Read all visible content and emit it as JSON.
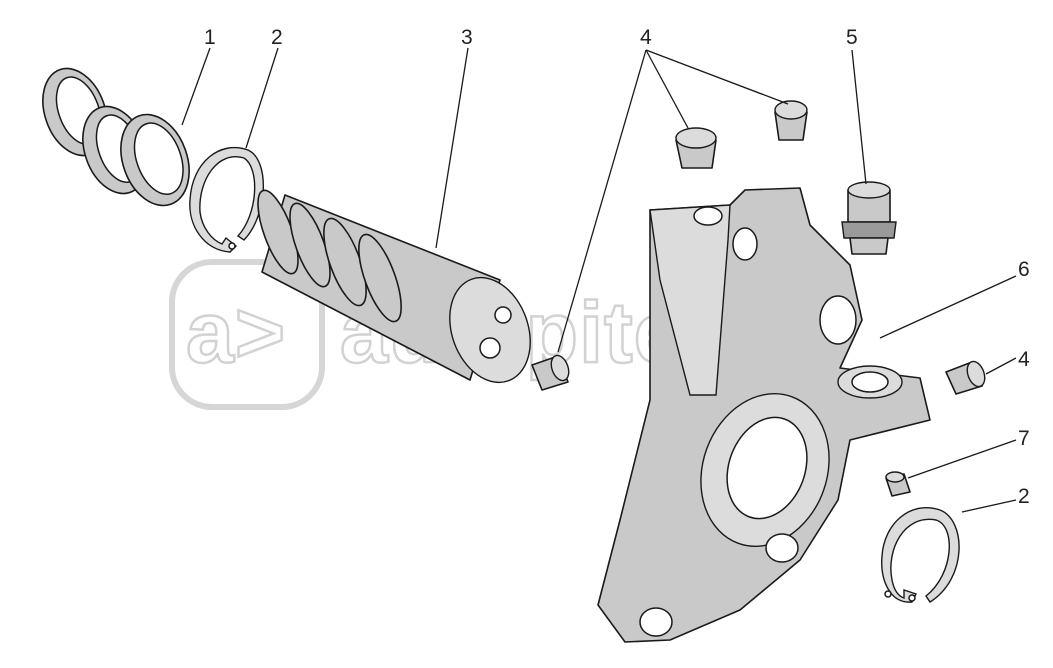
{
  "callouts": [
    "1",
    "2",
    "3",
    "4",
    "5",
    "6",
    "4",
    "7",
    "2"
  ],
  "watermark": {
    "logo_text": "a>",
    "site_text": "autopiter.ru"
  },
  "colors": {
    "part_fill": "#c9c9c9",
    "outline": "#1a1a1a",
    "watermark": "#d2d2d2"
  }
}
